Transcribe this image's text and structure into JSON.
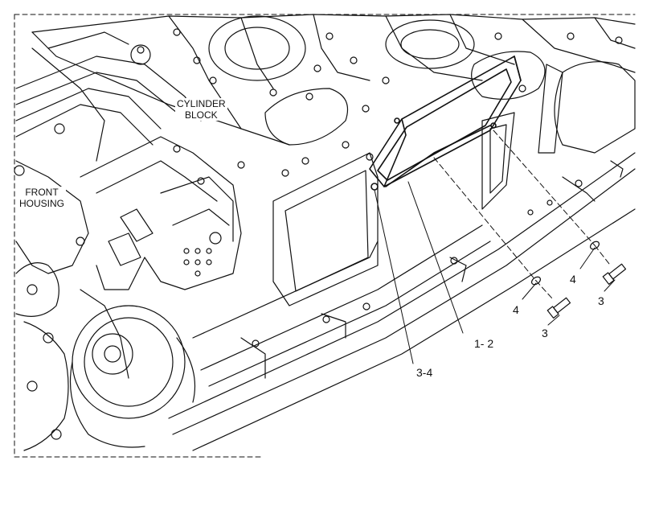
{
  "labels": {
    "cylinder_block_line1": "CYLINDER",
    "cylinder_block_line2": "BLOCK",
    "front_housing_line1": "FRONT",
    "front_housing_line2": "HOUSING"
  },
  "callouts": {
    "cover_gasket": "1- 2",
    "bolt_washer_assembly": "3-4",
    "washer_upper": "4",
    "washer_lower": "4",
    "bolt_upper": "3",
    "bolt_lower": "3"
  },
  "colors": {
    "ink": "#111111",
    "paper": "#ffffff"
  }
}
